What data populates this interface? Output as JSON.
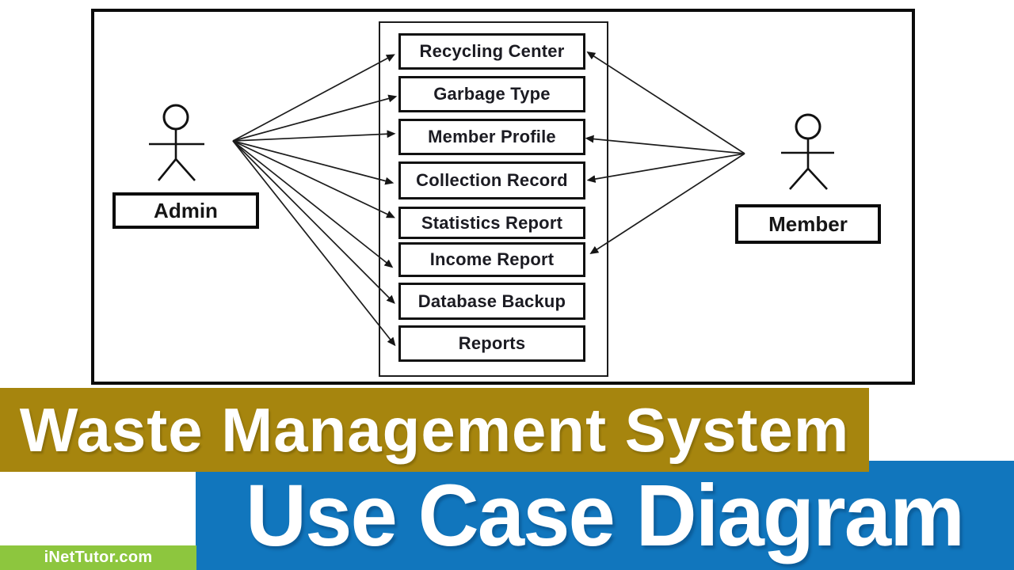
{
  "diagram": {
    "actors": {
      "admin": {
        "label": "Admin"
      },
      "member": {
        "label": "Member"
      }
    },
    "use_cases": [
      {
        "label": "Recycling Center"
      },
      {
        "label": "Garbage Type"
      },
      {
        "label": "Member Profile"
      },
      {
        "label": "Collection Record"
      },
      {
        "label": "Statistics Report"
      },
      {
        "label": "Income Report"
      },
      {
        "label": "Database Backup"
      },
      {
        "label": "Reports"
      }
    ],
    "connections": {
      "admin": [
        "Recycling Center",
        "Garbage Type",
        "Member Profile",
        "Collection Record",
        "Statistics Report",
        "Income Report",
        "Database Backup",
        "Reports"
      ],
      "member": [
        "Recycling Center",
        "Member Profile",
        "Collection Record",
        "Income Report"
      ]
    }
  },
  "banners": {
    "title": {
      "text": "Waste Management System",
      "bg_color": "#A6850E",
      "text_color": "#FFFFFF"
    },
    "subtitle": {
      "text": "Use Case Diagram",
      "bg_color": "#1176BD",
      "text_color": "#FFFFFF"
    },
    "watermark": {
      "text": "iNetTutor.com",
      "bg_color": "#8DC63E",
      "text_color": "#FFFFFF"
    }
  }
}
